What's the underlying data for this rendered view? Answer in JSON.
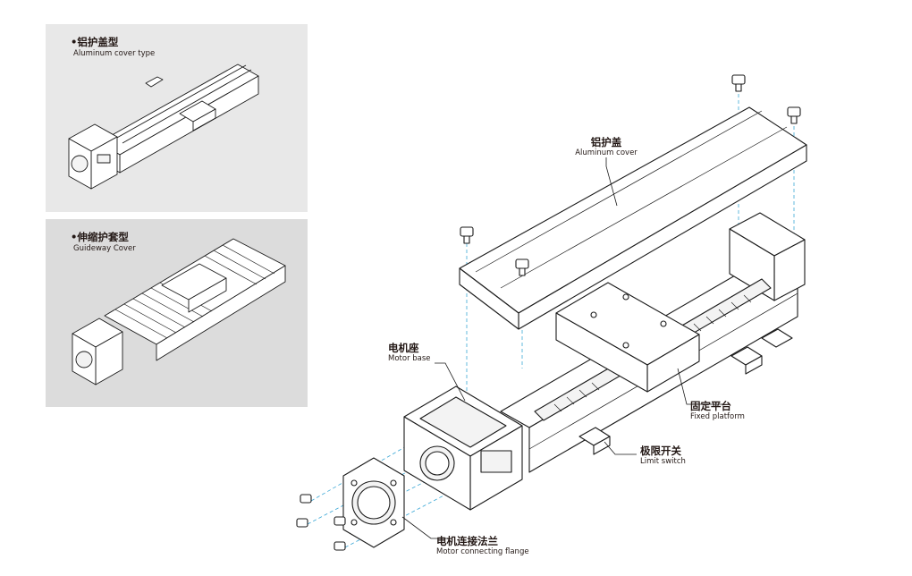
{
  "variants": [
    {
      "title": "•铝护盖型",
      "subtitle": "Aluminum cover type"
    },
    {
      "title": "•伸缩护套型",
      "subtitle": "Guideway Cover"
    }
  ],
  "callouts": {
    "aluminum_cover": {
      "zh": "铝护盖",
      "en": "Aluminum cover"
    },
    "motor_base": {
      "zh": "电机座",
      "en": "Motor base"
    },
    "fixed_platform": {
      "zh": "固定平台",
      "en": "Fixed platform"
    },
    "limit_switch": {
      "zh": "极限开关",
      "en": "Limit switch"
    },
    "motor_flange": {
      "zh": "电机连接法兰",
      "en": "Motor connecting flange"
    }
  },
  "colors": {
    "line": "#1a1a1a",
    "assembly_line": "#3aa7d6",
    "panel_1": "#e8e8e8",
    "panel_2": "#dcdcdc"
  }
}
